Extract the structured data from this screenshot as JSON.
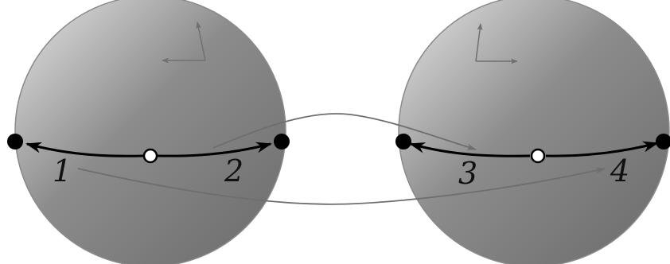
{
  "labels": {
    "p1": "1",
    "p2": "2",
    "p3": "3",
    "p4": "4"
  },
  "colors": {
    "sphere_light": "#d9d9d9",
    "sphere_dark": "#6f6f6f",
    "sphere_edge": "#8a8a8a",
    "arrow_bold": "#000000",
    "arrow_thin": "#6e6e6e",
    "axes": "#707070",
    "background": "#ffffff"
  },
  "elements": {
    "left_sphere": "sphere",
    "right_sphere": "sphere",
    "left_axes": "axes-icon",
    "right_axes": "axes-icon"
  }
}
